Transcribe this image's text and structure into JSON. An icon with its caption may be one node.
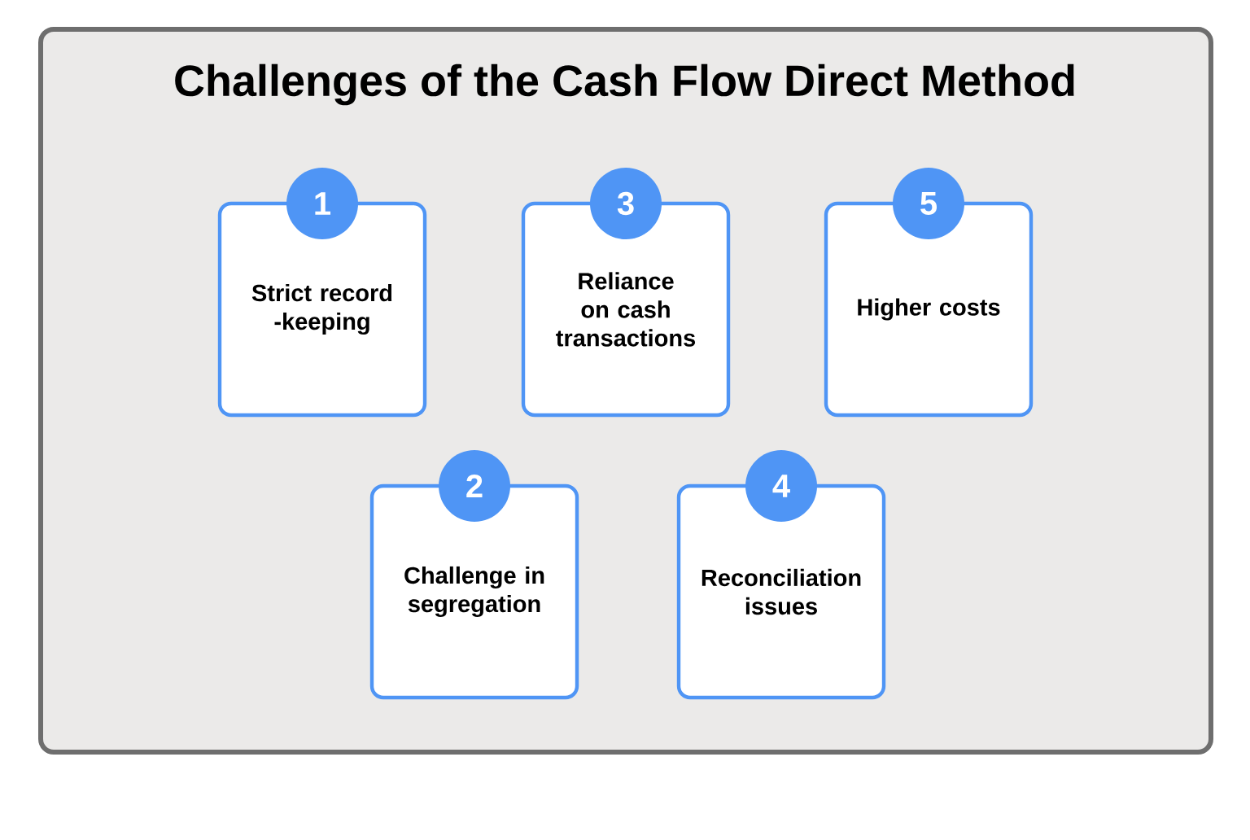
{
  "diagram": {
    "title": "Challenges of the Cash Flow Direct Method",
    "nodes": [
      {
        "text": [
          "1",
          "Strict record -keeping"
        ]
      },
      {
        "text": [
          "3",
          "Reliance on cash transactions"
        ]
      },
      {
        "text": [
          "5",
          "Higher costs"
        ]
      },
      {
        "text": [
          "2",
          "Challenge in segregation"
        ]
      },
      {
        "text": [
          "4",
          "Reconciliation issues"
        ]
      }
    ]
  }
}
